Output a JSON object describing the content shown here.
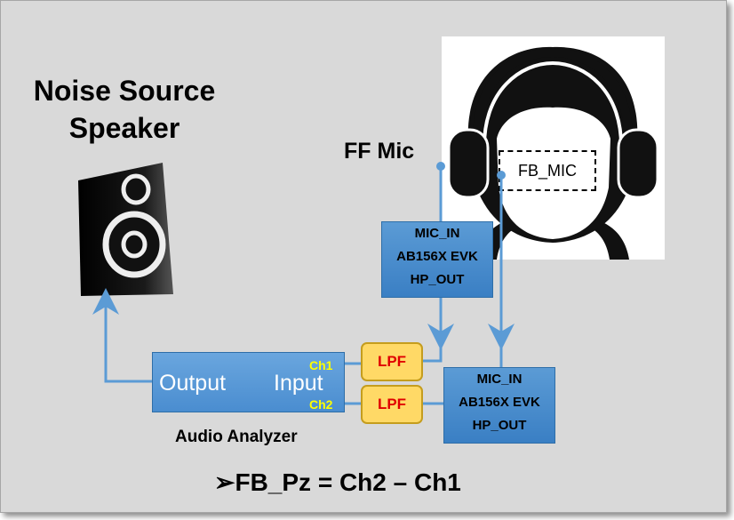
{
  "title": {
    "line1": "Noise Source",
    "line2": "Speaker"
  },
  "ff_mic_label": "FF Mic",
  "fb_mic_label": "FB_MIC",
  "evk_top": {
    "line1": "MIC_IN",
    "line2": "AB156X EVK",
    "line3": "HP_OUT"
  },
  "evk_bottom": {
    "line1": "MIC_IN",
    "line2": "AB156X EVK",
    "line3": "HP_OUT"
  },
  "analyzer": {
    "output_label": "Output",
    "input_label": "Input",
    "ch1": "Ch1",
    "ch2": "Ch2",
    "caption": "Audio Analyzer"
  },
  "lpf1": "LPF",
  "lpf2": "LPF",
  "formula": "➢FB_Pz = Ch2 – Ch1",
  "colors": {
    "wire": "#5b9bd5",
    "box": "#5b9bd5",
    "lpf_fill": "#ffd966",
    "lpf_text": "#e00000",
    "ch_label": "#ffff00"
  },
  "icons": [
    "speaker-icon",
    "head-with-headphones-icon"
  ]
}
